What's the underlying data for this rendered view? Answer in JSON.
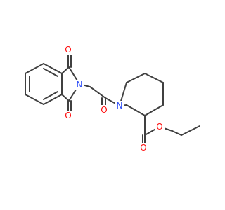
{
  "molecule": {
    "atoms": {
      "o_top": "O",
      "o_bottom": "O",
      "n_imide": "N",
      "o_amide": "O",
      "n_piperidine": "N",
      "o_ester_carbonyl": "O",
      "o_ester_alkoxy": "O"
    },
    "colors": {
      "bond": "#404040",
      "oxygen": "#ff0d0d",
      "nitrogen": "#3050f8"
    }
  }
}
